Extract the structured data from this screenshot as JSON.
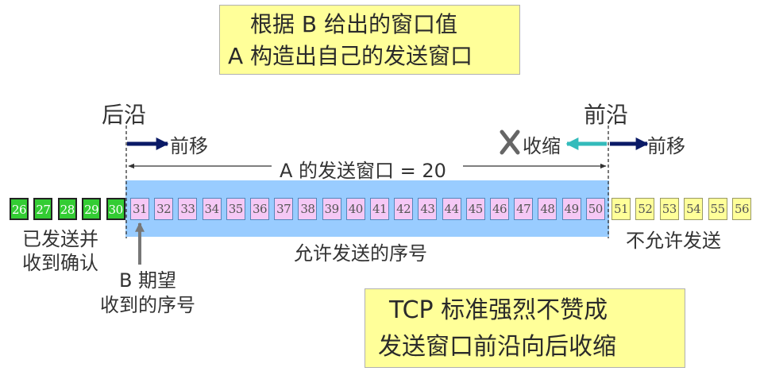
{
  "top_note": {
    "line1": "根据 B 给出的窗口值",
    "line2": "A 构造出自己的发送窗口"
  },
  "labels": {
    "rear_edge": "后沿",
    "front_edge": "前沿",
    "move_forward_rear": "前移",
    "move_forward_front": "前移",
    "shrink": "收缩",
    "window_size": "A 的发送窗口 = 20",
    "allowed_seq": "允许发送的序号",
    "acked_line1": "已发送并",
    "acked_line2": "收到确认",
    "not_allowed": "不允许发送",
    "b_expect_line1": "B 期望",
    "b_expect_line2": "收到的序号"
  },
  "bottom_note": {
    "line1": "TCP 标准强烈不赞成",
    "line2": "发送窗口前沿向后收缩"
  },
  "sequence": {
    "acked": [
      "26",
      "27",
      "28",
      "29",
      "30"
    ],
    "window": [
      "31",
      "32",
      "33",
      "34",
      "35",
      "36",
      "37",
      "38",
      "39",
      "40",
      "41",
      "42",
      "43",
      "44",
      "45",
      "46",
      "47",
      "48",
      "49",
      "50"
    ],
    "not_allowed": [
      "51",
      "52",
      "53",
      "54",
      "55",
      "56"
    ]
  },
  "colors": {
    "acked": "#33cc33",
    "window_cell": "#f5c8f5",
    "window_band": "#99ccff",
    "not_allowed": "#ffff99",
    "note_bg": "#ffff99",
    "forward_arrow": "#0a1a66",
    "shrink_arrow": "#33bbbb",
    "cross": "#666666"
  },
  "icons": {
    "cross": "x-mark-icon",
    "forward_arrow": "arrow-right-icon",
    "shrink_arrow": "arrow-left-icon",
    "pointer_arrow": "arrow-up-icon"
  }
}
